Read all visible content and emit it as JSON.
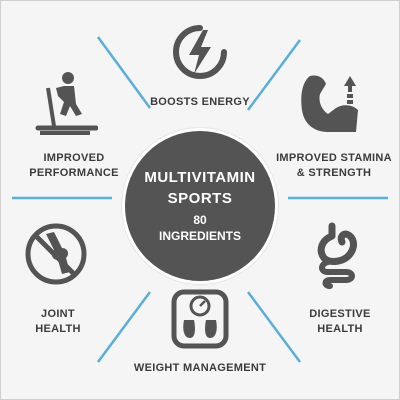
{
  "center": {
    "line1": "MULTIVITAMIN",
    "line2": "SPORTS",
    "line3": "80",
    "line4": "INGREDIENTS"
  },
  "benefits": {
    "energy": "BOOSTS ENERGY",
    "stamina_1": "IMPROVED STAMINA",
    "stamina_2": "& STRENGTH",
    "digestive_1": "DIGESTIVE",
    "digestive_2": "HEALTH",
    "weight": "WEIGHT MANAGEMENT",
    "joint_1": "JOINT",
    "joint_2": "HEALTH",
    "performance_1": "IMPROVED",
    "performance_2": "PERFORMANCE"
  },
  "icons": {
    "energy": "lightning-bolt-icon",
    "stamina": "flexed-arm-icon",
    "digestive": "stomach-icon",
    "weight": "scale-icon",
    "joint": "knee-joint-icon",
    "performance": "treadmill-runner-icon"
  },
  "colors": {
    "accent_lines": "#5aaed8",
    "dark": "#545455",
    "background": "#f5f5f5"
  }
}
